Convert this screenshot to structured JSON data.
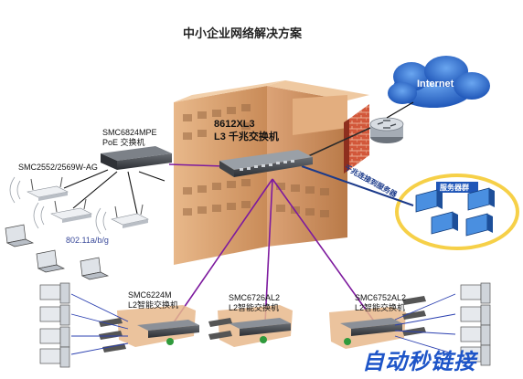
{
  "title": "中小企业网络解决方案",
  "core": {
    "model": "8612XL3",
    "desc": "L3 千兆交换机"
  },
  "poe": {
    "model": "SMC6824MPE",
    "desc": "PoE 交换机"
  },
  "wireless": {
    "model": "SMC2552/2569W-AG",
    "standard": "802.11a/b/g"
  },
  "internet": "Internet",
  "server_group": "服务器群",
  "server_link": "千兆连接到服务器",
  "access": [
    {
      "model": "SMC6224M",
      "desc": "L2智能交换机"
    },
    {
      "model": "SMC6726AL2",
      "desc": "L2智能交换机"
    },
    {
      "model": "SMC6752AL2",
      "desc": "L2智能交换机"
    }
  ],
  "watermark": "自动秒链接",
  "colors": {
    "link": "#7d1a9e",
    "wireless": "#111111",
    "cloud": "#2d6fd1",
    "wall": "#c8472a",
    "building": "#d9a071"
  }
}
